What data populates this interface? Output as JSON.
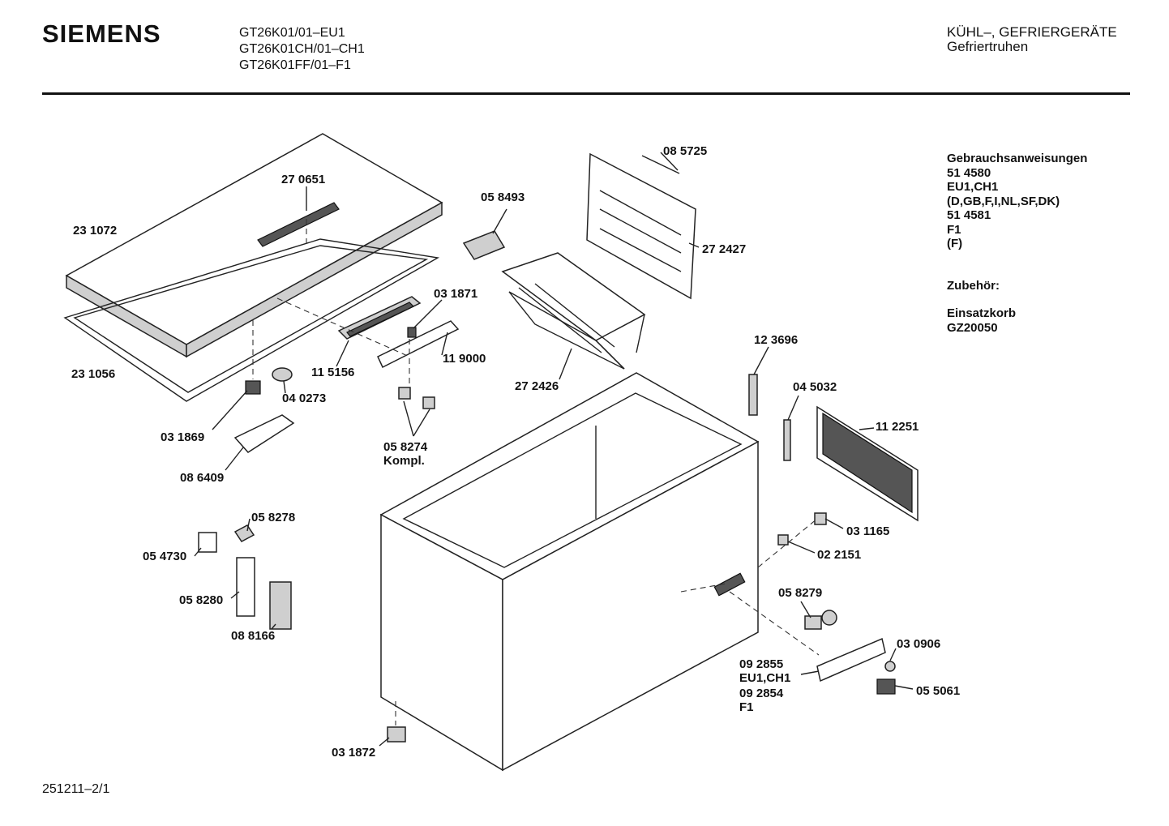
{
  "header": {
    "brand": "SIEMENS",
    "models": [
      "GT26K01/01–EU1",
      "GT26K01CH/01–CH1",
      "GT26K01FF/01–F1"
    ],
    "category": "KÜHL–, GEFRIERGERÄTE",
    "subcategory": "Gefriertruhen"
  },
  "footer": {
    "doc_ref": "251211–2/1"
  },
  "notes": {
    "instructions_title": "Gebrauchsanweisungen",
    "instr_1_number": "51 4580",
    "instr_1_variants": "EU1,CH1",
    "instr_1_languages": "(D,GB,F,I,NL,SF,DK)",
    "instr_2_number": "51 4581",
    "instr_2_variants": "F1",
    "instr_2_languages": "(F)",
    "accessories_title": "Zubehör:",
    "accessory_name": "Einsatzkorb",
    "accessory_number": "GZ20050"
  },
  "parts": {
    "p270651": "27 0651",
    "p231072": "23 1072",
    "p231056": "23 1056",
    "p058493": "05 8493",
    "p085725": "08 5725",
    "p272427": "27 2427",
    "p031871": "03 1871",
    "p119000": "11 9000",
    "p115156": "11 5156",
    "p272426": "27 2426",
    "p040273": "04 0273",
    "p031869": "03 1869",
    "p058274": "05 8274",
    "p058274_note": "Kompl.",
    "p086409": "08 6409",
    "p123696": "12 3696",
    "p045032": "04 5032",
    "p112251": "11 2251",
    "p058278": "05 8278",
    "p054730": "05 4730",
    "p058280": "05 8280",
    "p088166": "08 8166",
    "p031165": "03 1165",
    "p022151": "02 2151",
    "p058279": "05 8279",
    "p030906": "03 0906",
    "p092855": "09 2855",
    "p092855_variants": "EU1,CH1",
    "p092854": "09 2854",
    "p092854_variants": "F1",
    "p055061": "05 5061",
    "p031872": "03 1872"
  },
  "colors": {
    "ink": "#111111",
    "paper": "#ffffff",
    "shade": "#cfcfcf"
  }
}
